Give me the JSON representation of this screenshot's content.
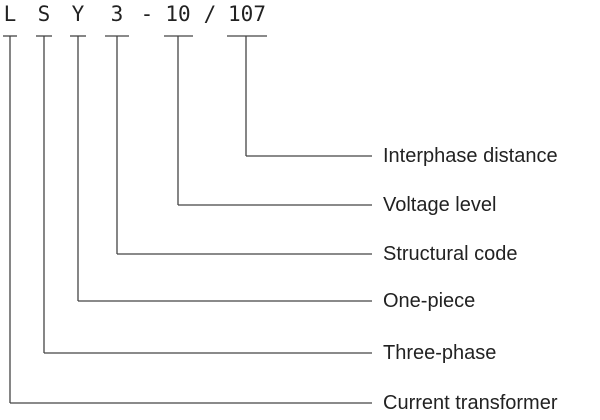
{
  "code": {
    "segments": [
      "L",
      "S",
      "Y",
      "3",
      "-",
      "10",
      "/",
      "107"
    ]
  },
  "descriptions": [
    "Interphase distance",
    "Voltage level",
    "Structural code",
    "One-piece",
    "Three-phase",
    "Current transformer"
  ],
  "colors": {
    "line": "#444444",
    "text": "#222222"
  }
}
